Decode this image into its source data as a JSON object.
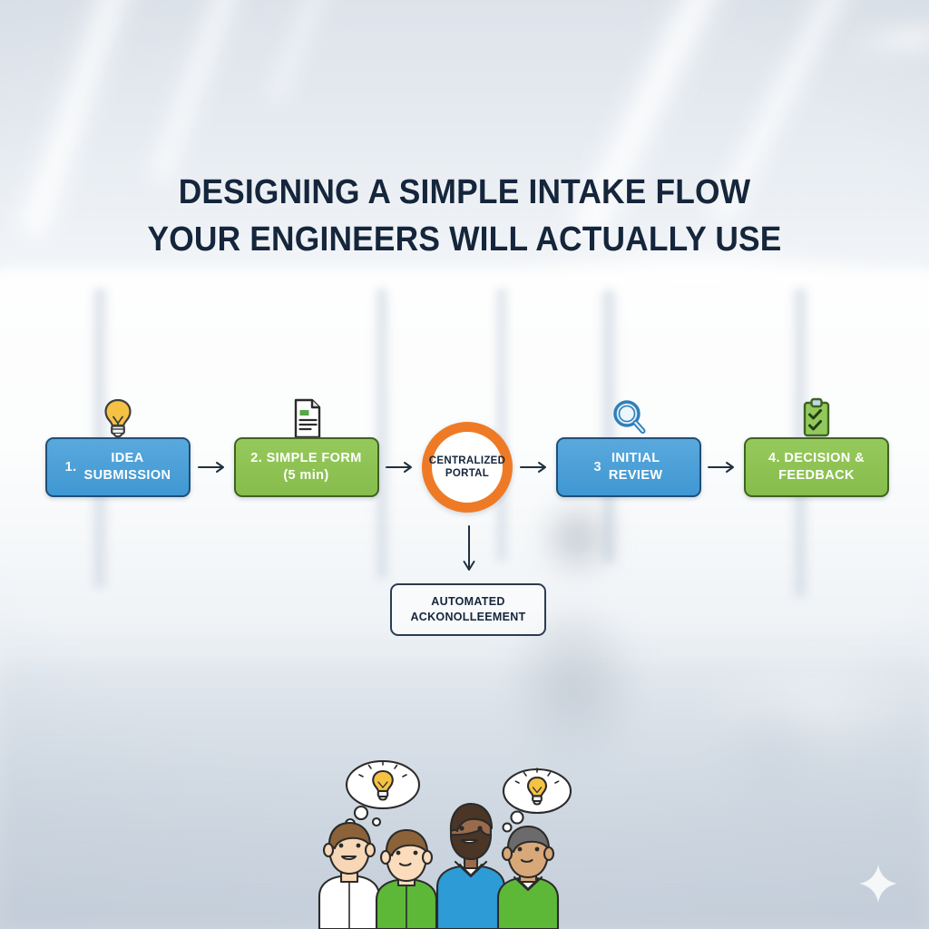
{
  "title": {
    "line1": "DESIGNING A SIMPLE INTAKE FLOW",
    "line2": "YOUR ENGINEERS WILL ACTUALLY USE"
  },
  "colors": {
    "blue_box": "#4A9FD8",
    "blue_border": "#1F4F79",
    "green_box": "#8CC152",
    "green_border": "#3F6322",
    "portal_ring": "#EF7A26",
    "title_text": "#15263C",
    "bulb_yellow": "#F5C243",
    "background": "#DFE5EC"
  },
  "flow": {
    "steps": [
      {
        "id": "idea-submission",
        "number": "1.",
        "label_line1": "IDEA",
        "label_line2": "SUBMISSION",
        "color": "blue",
        "icon": "lightbulb-icon"
      },
      {
        "id": "simple-form",
        "number": "",
        "label_line1": "2. SIMPLE FORM",
        "label_line2": "(5 min)",
        "color": "green",
        "icon": "document-icon"
      },
      {
        "id": "initial-review",
        "number": "3",
        "label_line1": "INITIAL",
        "label_line2": "REVIEW",
        "color": "blue",
        "icon": "magnifier-icon"
      },
      {
        "id": "decision-feedback",
        "number": "",
        "label_line1": "4.  DECISION &",
        "label_line2": "FEEDBACK",
        "color": "green",
        "icon": "clipboard-check-icon"
      }
    ],
    "portal": {
      "id": "centralized-portal",
      "label_line1": "CENTRALIZED",
      "label_line2": "PORTAL"
    },
    "acknowledgement": {
      "id": "automated-acknowledgement",
      "label_line1": "AUTOMATED",
      "label_line2": "ACKONOLLEEMENT"
    },
    "arrow_glyph": "→"
  },
  "illustration": {
    "name": "four-engineers-group",
    "people": [
      {
        "shirt": "#FFFFFF",
        "hair": "#8C6239",
        "skin": "#F7D7B5"
      },
      {
        "shirt": "#5DB838",
        "hair": "#8C6239",
        "skin": "#FBDCBC"
      },
      {
        "shirt": "#2D9BD6",
        "hair": "#4A3526",
        "skin": "#9A6B4A"
      },
      {
        "shirt": "#5DB838",
        "hair": "#6B6B6B",
        "skin": "#D9A878"
      }
    ],
    "thought_bubbles": 2,
    "thought_icon": "lightbulb-icon"
  },
  "watermark": {
    "name": "sparkle-icon"
  }
}
